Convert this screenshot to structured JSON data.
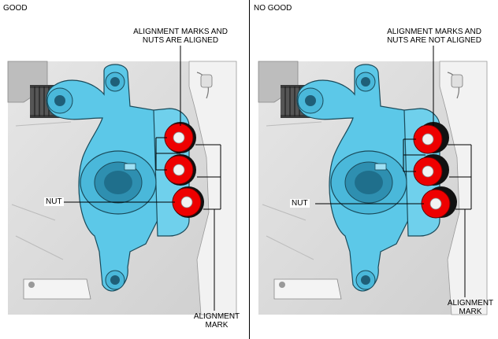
{
  "left_panel": {
    "heading": "GOOD",
    "callout_top_line1": "ALIGNMENT MARKS AND",
    "callout_top_line2": "NUTS ARE ALIGNED",
    "nut_label": "NUT",
    "mark_label_line1": "ALIGNMENT",
    "mark_label_line2": "MARK"
  },
  "right_panel": {
    "heading": "NO GOOD",
    "callout_top_line1": "ALIGNMENT MARKS AND",
    "callout_top_line2": "NUTS ARE NOT ALIGNED",
    "nut_label": "NUT",
    "mark_label_line1": "ALIGNMENT",
    "mark_label_line2": "MARK"
  },
  "colors": {
    "knuckle": "#5cc8e8",
    "knuckle_outline": "#1a4a5a",
    "nut": "#ee0000",
    "background_part": "#d8d8d8"
  }
}
